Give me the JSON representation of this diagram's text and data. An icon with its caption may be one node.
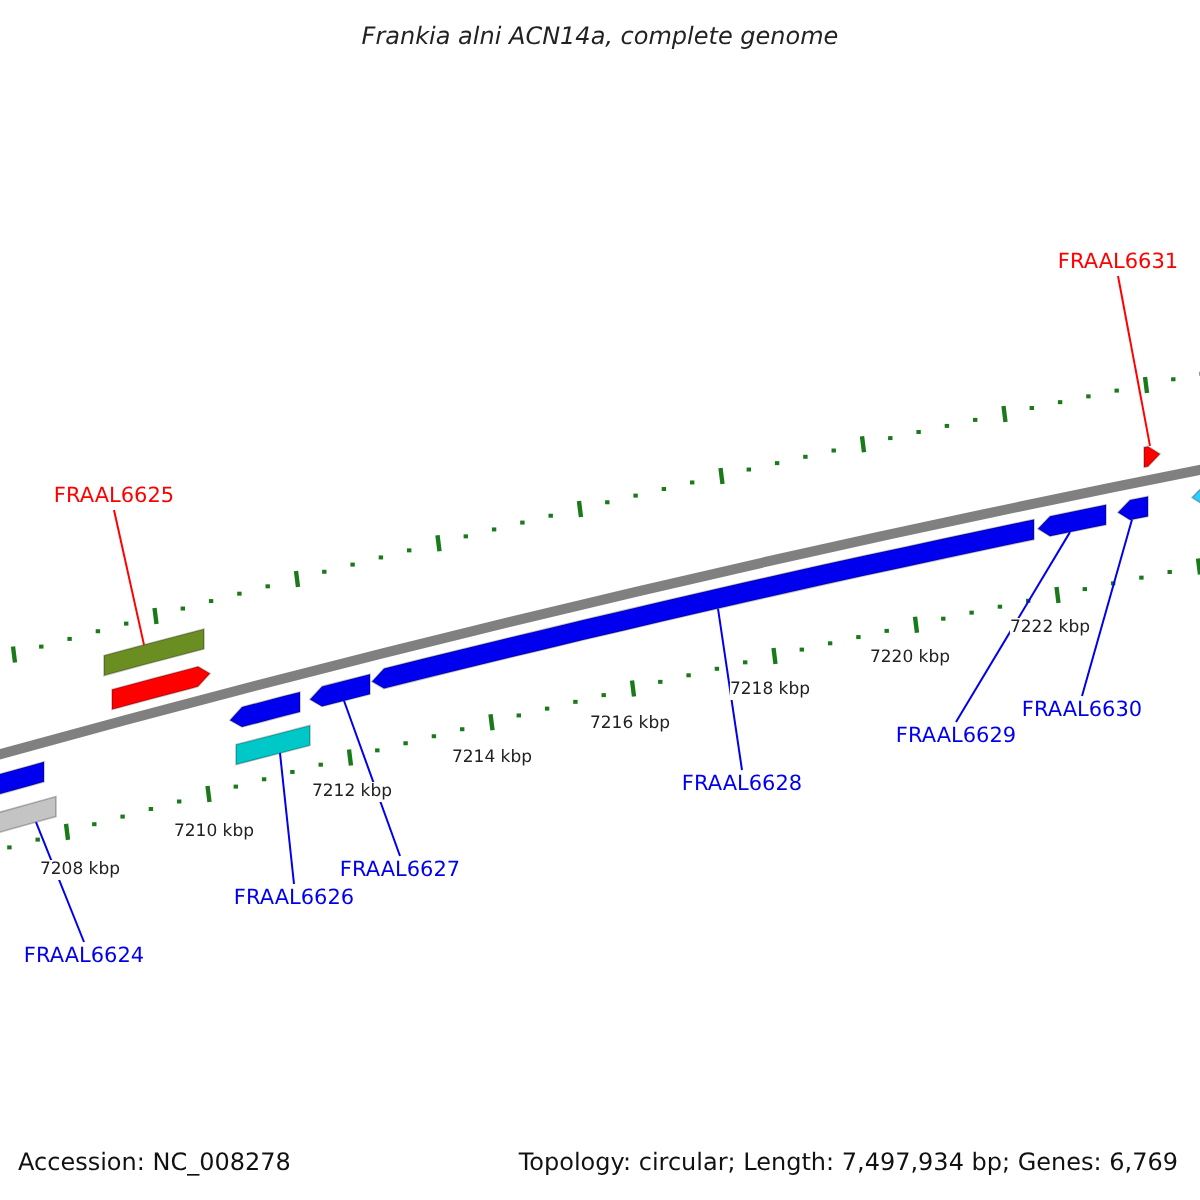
{
  "diagram": {
    "title": "Frankia alni ACN14a, complete genome",
    "nodes": [
      {
        "text": [
          "FRAAL6625"
        ]
      },
      {
        "text": [
          "FRAAL6631"
        ]
      },
      {
        "text": [
          "FRAAL6624"
        ]
      },
      {
        "text": [
          "FRAAL6626"
        ]
      },
      {
        "text": [
          "FRAAL6627"
        ]
      },
      {
        "text": [
          "FRAAL6628"
        ]
      },
      {
        "text": [
          "FRAAL6629"
        ]
      },
      {
        "text": [
          "FRAAL6630"
        ]
      },
      {
        "text": [],
        "shape": "bar"
      },
      {
        "text": [],
        "shape": "bar"
      },
      {
        "text": [],
        "shape": "bar"
      },
      {
        "text": [],
        "shape": "arrow"
      },
      {
        "text": [],
        "shape": "arrow"
      },
      {
        "text": [],
        "shape": "bar"
      },
      {
        "text": [],
        "shape": "arrow"
      },
      {
        "text": [],
        "shape": "arrow"
      },
      {
        "text": [],
        "shape": "arrow"
      },
      {
        "text": [],
        "shape": "arrow"
      },
      {
        "text": [],
        "shape": "arrow"
      },
      {
        "text": [],
        "shape": "arrow"
      }
    ],
    "edges": [
      {
        "from": 0,
        "to": 10,
        "arrow": "none",
        "color": "#ff0000"
      },
      {
        "from": 1,
        "to": 18,
        "arrow": "none",
        "color": "#ff0000"
      },
      {
        "from": 2,
        "to": 9,
        "arrow": "none"
      },
      {
        "from": 3,
        "to": 13,
        "arrow": "none"
      },
      {
        "from": 4,
        "to": 14,
        "arrow": "none"
      },
      {
        "from": 5,
        "to": 15,
        "arrow": "none"
      },
      {
        "from": 6,
        "to": 16,
        "arrow": "none"
      },
      {
        "from": 7,
        "to": 17,
        "arrow": "none"
      }
    ],
    "labels": [
      "7208 kbp",
      "7210 kbp",
      "7212 kbp",
      "7214 kbp",
      "7216 kbp",
      "7218 kbp",
      "7220 kbp",
      "7222 kbp",
      "Accession: NC_008278",
      "Topology: circular; Length: 7,497,934 bp; Genes: 6,769"
    ]
  }
}
